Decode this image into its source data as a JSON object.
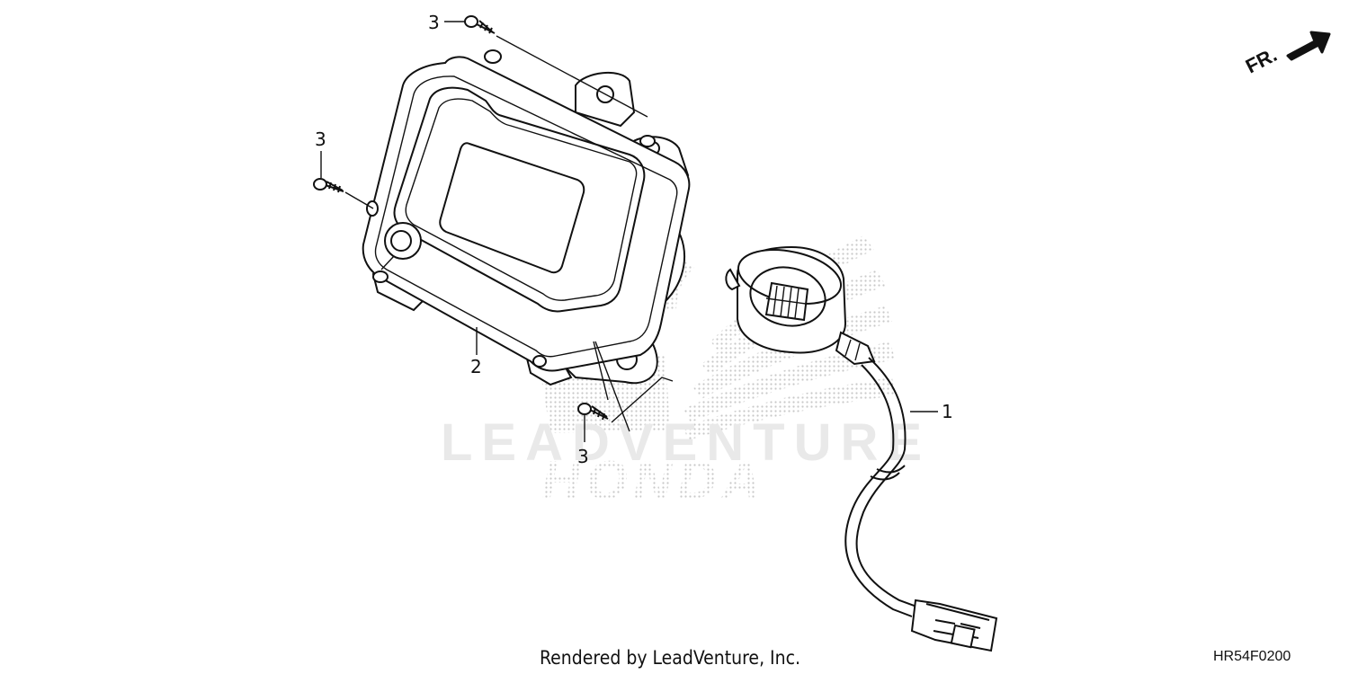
{
  "diagram": {
    "callouts": {
      "part_1": "1",
      "part_2": "2",
      "part_3_top": "3",
      "part_3_left": "3",
      "part_3_bottom": "3"
    },
    "direction_label": "FR.",
    "footer_text": "Rendered by LeadVenture, Inc.",
    "diagram_code": "HR54F0200",
    "watermark": {
      "line1": "LEADVENTURE",
      "line2": "HONDA"
    }
  }
}
